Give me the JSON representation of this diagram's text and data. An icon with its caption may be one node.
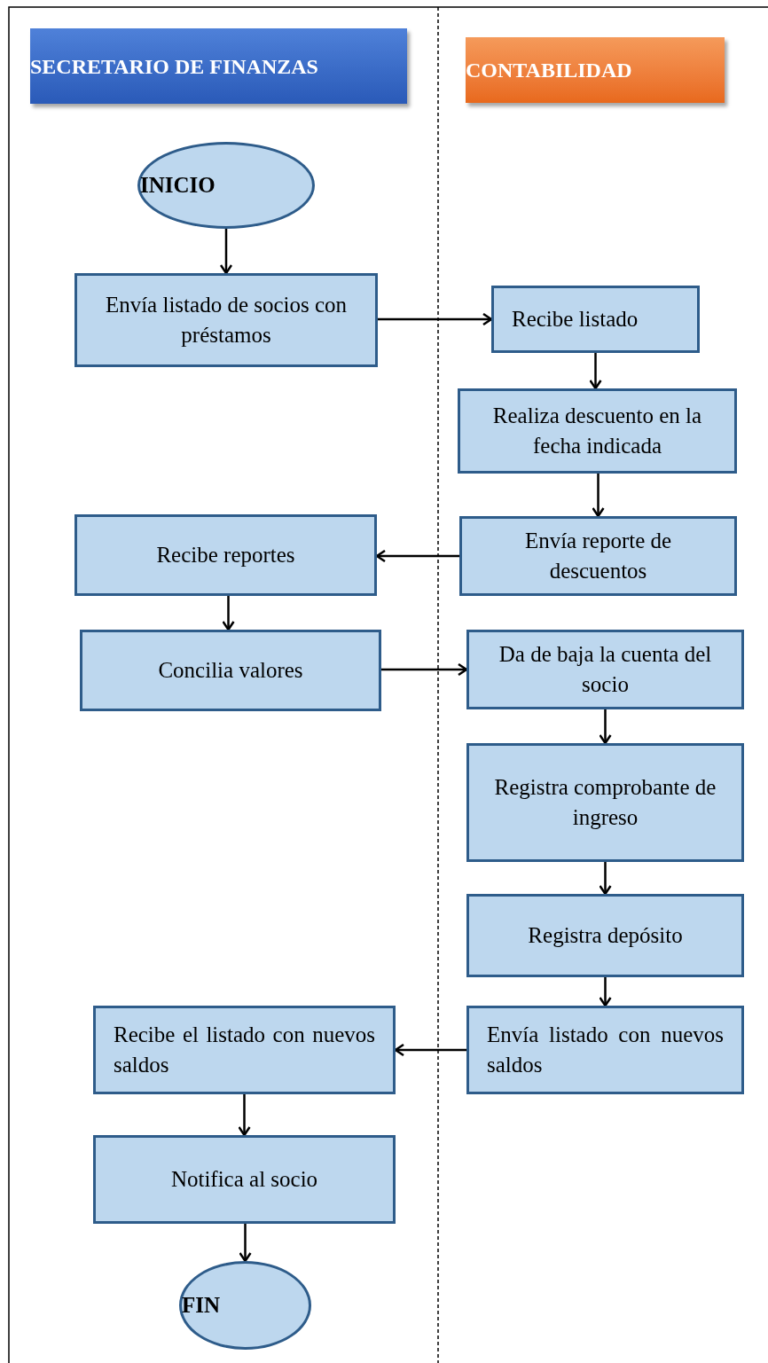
{
  "diagram": {
    "nodes": [
      {
        "text": [
          "SECRETARIO DE FINANZAS"
        ]
      },
      {
        "text": [
          "CONTABILIDAD"
        ]
      },
      {
        "text": [
          "INICIO"
        ]
      },
      {
        "text": [
          "Envía listado de socios con préstamos"
        ]
      },
      {
        "text": [
          "Recibe listado"
        ]
      },
      {
        "text": [
          "Realiza descuento en la fecha indicada"
        ]
      },
      {
        "text": [
          "Recibe reportes"
        ]
      },
      {
        "text": [
          "Envía reporte de descuentos"
        ]
      },
      {
        "text": [
          "Concilia valores"
        ]
      },
      {
        "text": [
          "Da de baja la cuenta del socio"
        ]
      },
      {
        "text": [
          "Registra comprobante de ingreso"
        ]
      },
      {
        "text": [
          "Registra depósito"
        ]
      },
      {
        "text": [
          "Recibe el listado con nuevos saldos"
        ]
      },
      {
        "text": [
          "Envía listado con nuevos saldos"
        ]
      },
      {
        "text": [
          "Notifica al socio"
        ]
      },
      {
        "text": [
          "FIN"
        ]
      }
    ],
    "edges": [
      {
        "from": 2,
        "to": 3,
        "arrow": "to"
      },
      {
        "from": 3,
        "to": 4,
        "arrow": "to"
      },
      {
        "from": 4,
        "to": 5,
        "arrow": "to"
      },
      {
        "from": 5,
        "to": 7,
        "arrow": "to"
      },
      {
        "from": 7,
        "to": 6,
        "arrow": "to"
      },
      {
        "from": 6,
        "to": 8,
        "arrow": "to"
      },
      {
        "from": 8,
        "to": 9,
        "arrow": "to"
      },
      {
        "from": 9,
        "to": 10,
        "arrow": "to"
      },
      {
        "from": 10,
        "to": 11,
        "arrow": "to"
      },
      {
        "from": 11,
        "to": 13,
        "arrow": "to"
      },
      {
        "from": 13,
        "to": 12,
        "arrow": "to"
      },
      {
        "from": 12,
        "to": 14,
        "arrow": "to"
      },
      {
        "from": 14,
        "to": 15,
        "arrow": "to"
      }
    ]
  }
}
